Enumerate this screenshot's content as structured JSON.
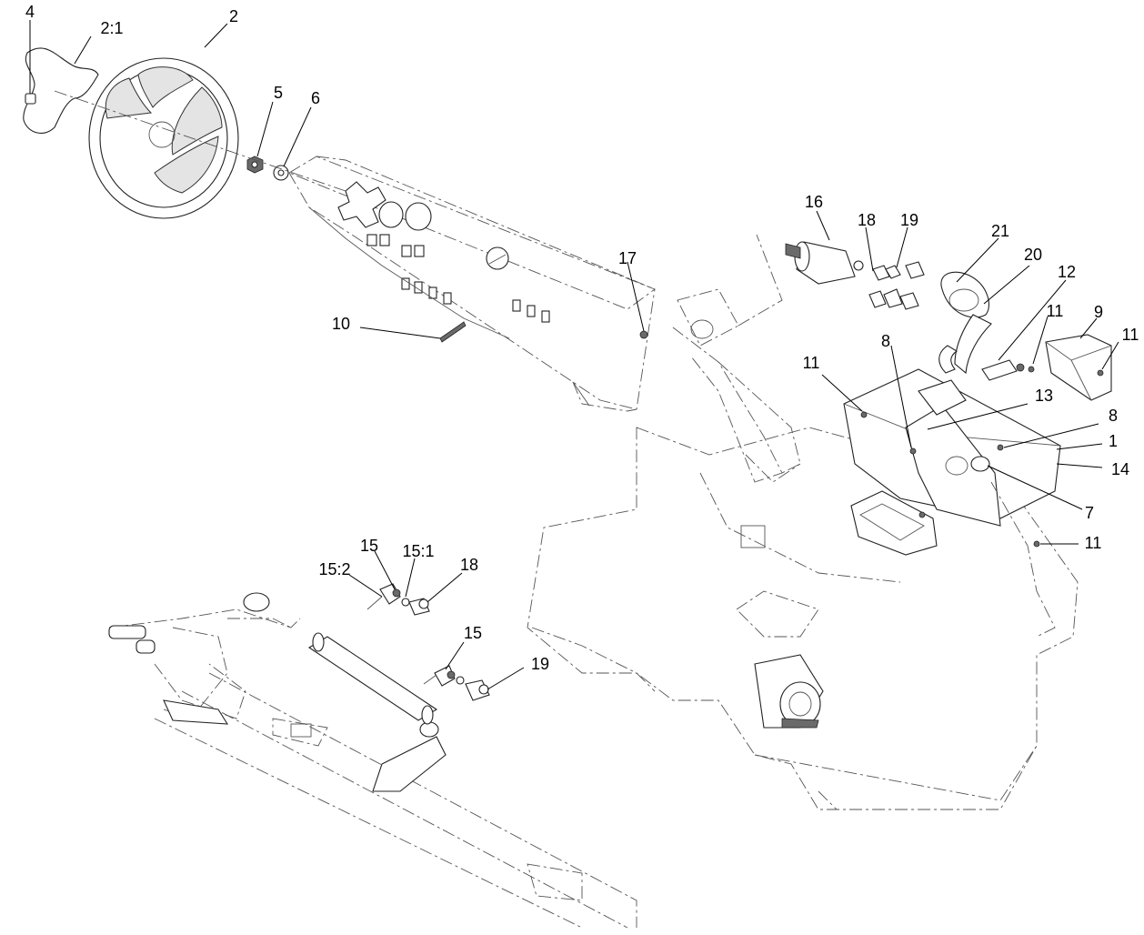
{
  "callouts": [
    {
      "id": "c-4",
      "label": "4"
    },
    {
      "id": "c-2-1",
      "label": "2:1"
    },
    {
      "id": "c-2",
      "label": "2"
    },
    {
      "id": "c-5",
      "label": "5"
    },
    {
      "id": "c-6",
      "label": "6"
    },
    {
      "id": "c-16",
      "label": "16"
    },
    {
      "id": "c-18-top",
      "label": "18"
    },
    {
      "id": "c-19-top",
      "label": "19"
    },
    {
      "id": "c-21",
      "label": "21"
    },
    {
      "id": "c-20",
      "label": "20"
    },
    {
      "id": "c-12",
      "label": "12"
    },
    {
      "id": "c-17",
      "label": "17"
    },
    {
      "id": "c-10",
      "label": "10"
    },
    {
      "id": "c-11-right-top",
      "label": "11"
    },
    {
      "id": "c-9",
      "label": "9"
    },
    {
      "id": "c-11-far-right",
      "label": "11"
    },
    {
      "id": "c-8-left",
      "label": "8"
    },
    {
      "id": "c-11-left",
      "label": "11"
    },
    {
      "id": "c-13",
      "label": "13"
    },
    {
      "id": "c-8-right",
      "label": "8"
    },
    {
      "id": "c-1",
      "label": "1"
    },
    {
      "id": "c-14",
      "label": "14"
    },
    {
      "id": "c-7",
      "label": "7"
    },
    {
      "id": "c-11-bottom",
      "label": "11"
    },
    {
      "id": "c-15-top",
      "label": "15"
    },
    {
      "id": "c-15-2",
      "label": "15:2"
    },
    {
      "id": "c-15-1",
      "label": "15:1"
    },
    {
      "id": "c-18-bottom",
      "label": "18"
    },
    {
      "id": "c-15-bottom",
      "label": "15"
    },
    {
      "id": "c-19-bottom",
      "label": "19"
    }
  ]
}
